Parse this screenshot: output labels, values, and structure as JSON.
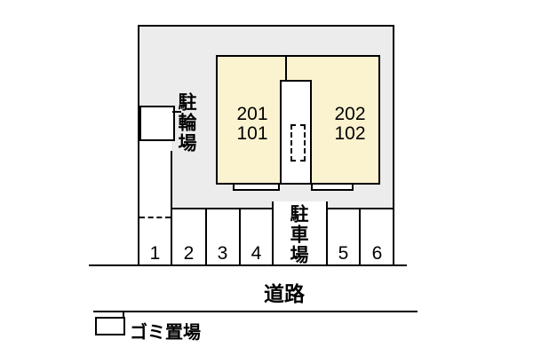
{
  "colors": {
    "plot_background": "#ececec",
    "building_background": "#fbf3d0",
    "line": "#000000"
  },
  "plan": {
    "bicycle_area_label": "駐輪場",
    "parking_area_label": "駐車場",
    "road_label": "道路",
    "garbage_area_label": "ゴミ置場",
    "units": [
      {
        "upper": "201",
        "lower": "101"
      },
      {
        "upper": "202",
        "lower": "102"
      }
    ],
    "parking_spaces": [
      "1",
      "2",
      "3",
      "4",
      "5",
      "6"
    ]
  }
}
